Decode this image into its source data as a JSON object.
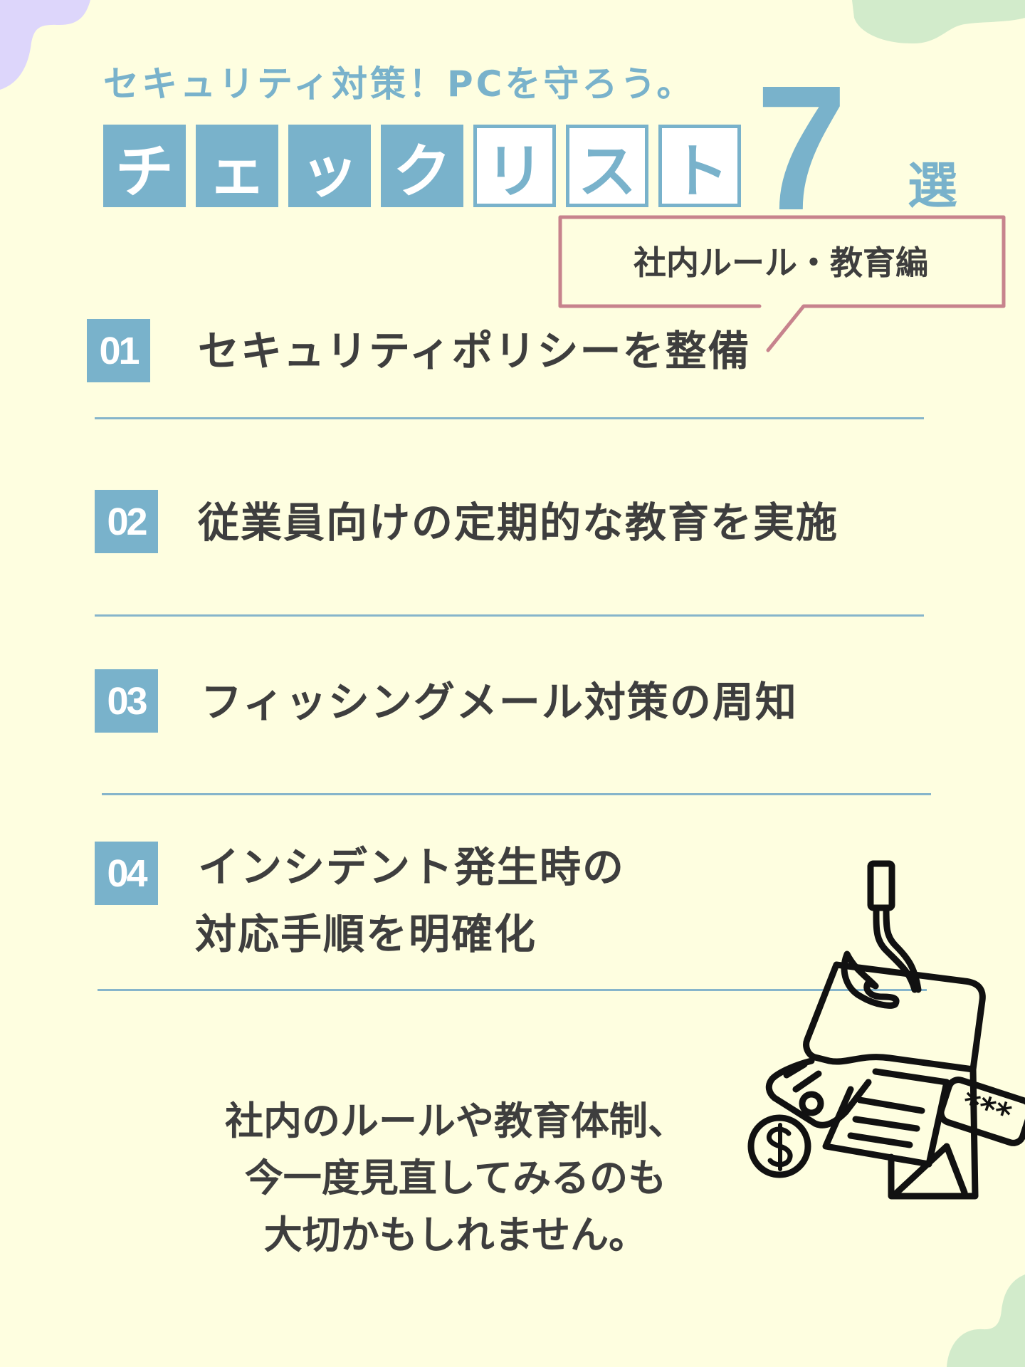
{
  "header": {
    "subtitle": "セキュリティ対策！PCを守ろう。",
    "title_tiles": [
      {
        "char": "チ",
        "style": "filled"
      },
      {
        "char": "ェ",
        "style": "filled"
      },
      {
        "char": "ッ",
        "style": "filled"
      },
      {
        "char": "ク",
        "style": "filled"
      },
      {
        "char": "リ",
        "style": "outline"
      },
      {
        "char": "ス",
        "style": "outline"
      },
      {
        "char": "ト",
        "style": "outline"
      }
    ],
    "count": "7",
    "count_suffix": "選",
    "category_label": "社内ルール・教育編"
  },
  "checklist": [
    {
      "number": "01",
      "lines": [
        "セキュリティポリシーを整備"
      ]
    },
    {
      "number": "02",
      "lines": [
        "従業員向けの定期的な教育を実施"
      ]
    },
    {
      "number": "03",
      "lines": [
        "フィッシングメール対策の周知"
      ]
    },
    {
      "number": "04",
      "lines": [
        "インシデント発生時の",
        "対応手順を明確化"
      ]
    }
  ],
  "closing": {
    "lines": [
      "社内のルールや教育体制、",
      "今一度見直してみるのも",
      "大切かもしれません。"
    ]
  },
  "illustration": {
    "icon": "phishing-hook-icon",
    "elements": [
      "fishing-hook",
      "email-envelope",
      "credit-card",
      "document",
      "dollar-coin",
      "password-tag"
    ],
    "password_mask": "***",
    "coin_symbol": "$"
  },
  "colors": {
    "background": "#fefee0",
    "accent_blue": "#79b2cb",
    "text_dark": "#3e3e3e",
    "bubble_border": "#c7838d",
    "blob_purple": "#ddd6fb",
    "blob_green": "#d2ebcb",
    "divider": "#86b5cb"
  }
}
